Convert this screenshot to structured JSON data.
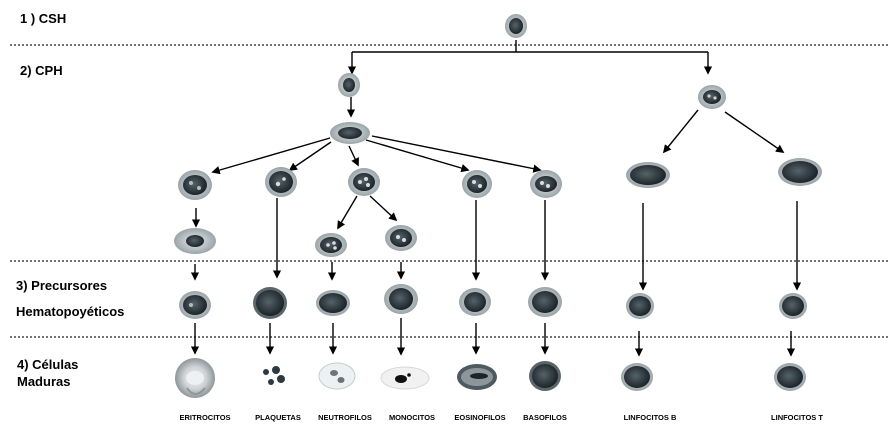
{
  "stages": {
    "csh": "1 ) CSH",
    "cph": "2) CPH",
    "precursores_line1": "3) Precursores",
    "precursores_line2": "Hematopoyéticos",
    "celulas_line1": "4) Células",
    "celulas_line2": "Maduras"
  },
  "mature_cells": [
    "ERITROCITOS",
    "PLAQUETAS",
    "NEUTROFILOS",
    "MONOCITOS",
    "EOSINOFILOS",
    "BASOFILOS",
    "LINFOCITOS B",
    "LINFOCITOS T"
  ],
  "colors": {
    "cell_outer": "#b9c0c2",
    "cell_nucleus": "#2f3a40",
    "line": "#000000",
    "divider": "#555555"
  }
}
